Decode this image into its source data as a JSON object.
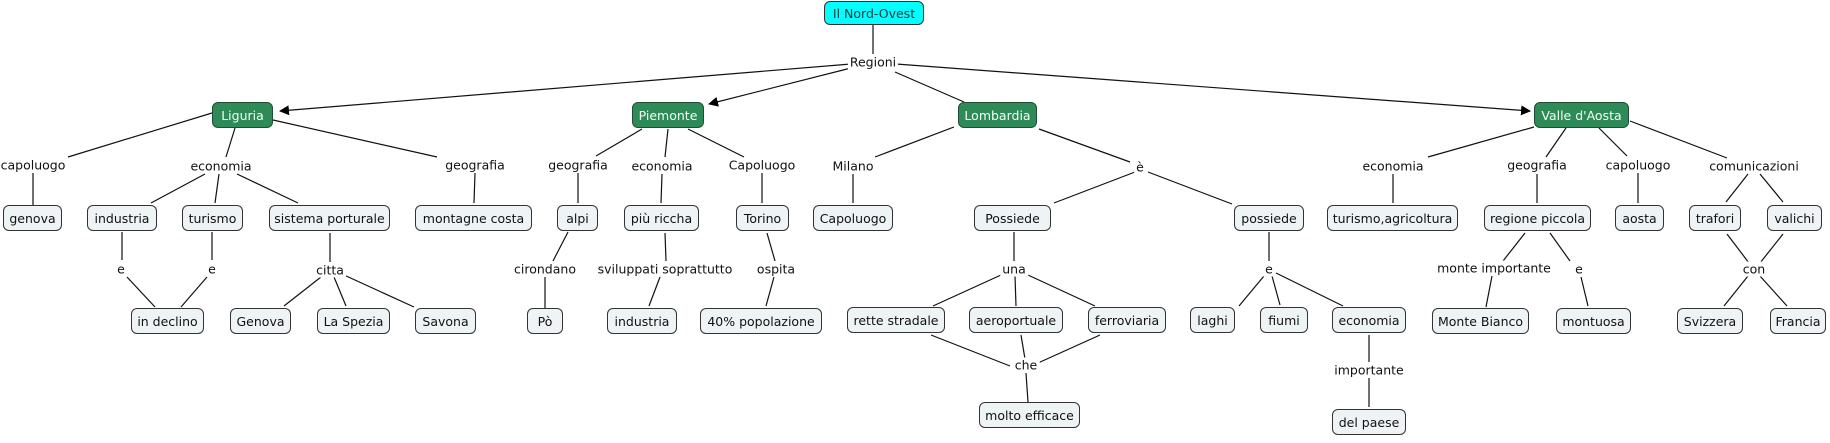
{
  "title": "Il Nord-Ovest",
  "root_link": "Regioni",
  "colors": {
    "root_fill": "#00ffff",
    "region_fill": "#2e8b57",
    "node_fill": "#eef3f5"
  },
  "regions": {
    "liguria": {
      "name": "Liguria",
      "links": {
        "capoluogo": "capoluogo",
        "economia": "economia",
        "geografia": "geografia",
        "e1": "e",
        "e2": "e",
        "citta": "citta"
      },
      "nodes": {
        "genova": "genova",
        "industria": "industria",
        "turismo": "turismo",
        "sistema_porturale": "sistema porturale",
        "montagne_costa": "montagne  costa",
        "in_declino": "in declino",
        "genova_city": "Genova",
        "la_spezia": "La Spezia",
        "savona": "Savona"
      }
    },
    "piemonte": {
      "name": "Piemonte",
      "links": {
        "geografia": "geografia",
        "economia": "economia",
        "capoluogo": "Capoluogo",
        "cirondano": "cirondano",
        "sviluppati": "sviluppati soprattutto",
        "ospita": "ospita"
      },
      "nodes": {
        "alpi": "alpi",
        "piu_ricca": "più ricchа",
        "torino": "Torino",
        "po": "Pò",
        "industria": "industria",
        "popolazione": "40% popolazione"
      }
    },
    "lombardia": {
      "name": "Lombardia",
      "links": {
        "milano": "Milano",
        "e_acc": "è",
        "una": "una",
        "che": "che",
        "e": "e",
        "importante": "importante"
      },
      "nodes": {
        "capoluogo": "Capoluogo",
        "possiede_cap": "Possiede",
        "possiede": "possiede",
        "rette_stradale": "rette stradale",
        "aeroportuale": "aeroportuale",
        "ferroviaria": "ferroviaria",
        "molto_efficace": "molto efficace",
        "laghi": "laghi",
        "fiumi": "fiumi",
        "economia": "economia",
        "del_paese": "del paese"
      }
    },
    "valle_aosta": {
      "name": "Valle d'Aosta",
      "links": {
        "economia": "economia",
        "geografia": "geografia",
        "capoluogo": "capoluogo",
        "comunicazioni": "comunicazioni",
        "monte_importante": "monte importante",
        "e": "e",
        "con": "con"
      },
      "nodes": {
        "turismo_agricoltura": "turismo,agricoltura",
        "regione_piccola": "regione piccola",
        "aosta": "aosta",
        "trafori": "trafori",
        "valichi": "valichi",
        "monte_bianco": "Monte Bianco",
        "montuosa": "montuosa",
        "svizzera": "Svizzera",
        "francia": "Francia"
      }
    }
  }
}
